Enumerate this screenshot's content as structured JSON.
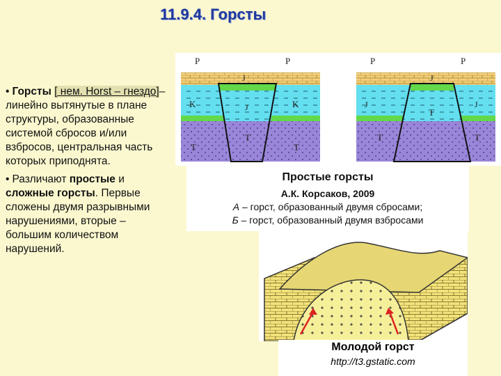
{
  "title": "11.9.4. Горсты",
  "definition": {
    "bullet": "•",
    "term": "Горсты",
    "etym": "[ нем. Horst – гнездо]",
    "rest": "– линейно вытянутые в плане структуры, образованные системой сбросов и/или взбросов, центральная часть которых приподнята."
  },
  "types": {
    "bullet": "•",
    "lead": "Различают",
    "simple": "простые",
    "and": "и",
    "complex": "сложные горсты",
    "dot": ".",
    "rest": "Первые сложены двумя разрывными нарушениями, вторые – большим количеством нарушений."
  },
  "figure1": {
    "labels": {
      "P": "P",
      "J": "J",
      "K": "K",
      "T": "T"
    },
    "caption": {
      "heading": "Простые горсты",
      "author": "А.К. Корсаков, 2009",
      "line_a_letter": "А",
      "line_a": "– горст, образованный двумя сбросами;",
      "line_b_letter": "Б",
      "line_b": "– горст, образованный двумя взбросами"
    }
  },
  "figure2": {
    "caption": {
      "heading": "Молодой горст",
      "source": "http://t3.gstatic.com"
    }
  }
}
